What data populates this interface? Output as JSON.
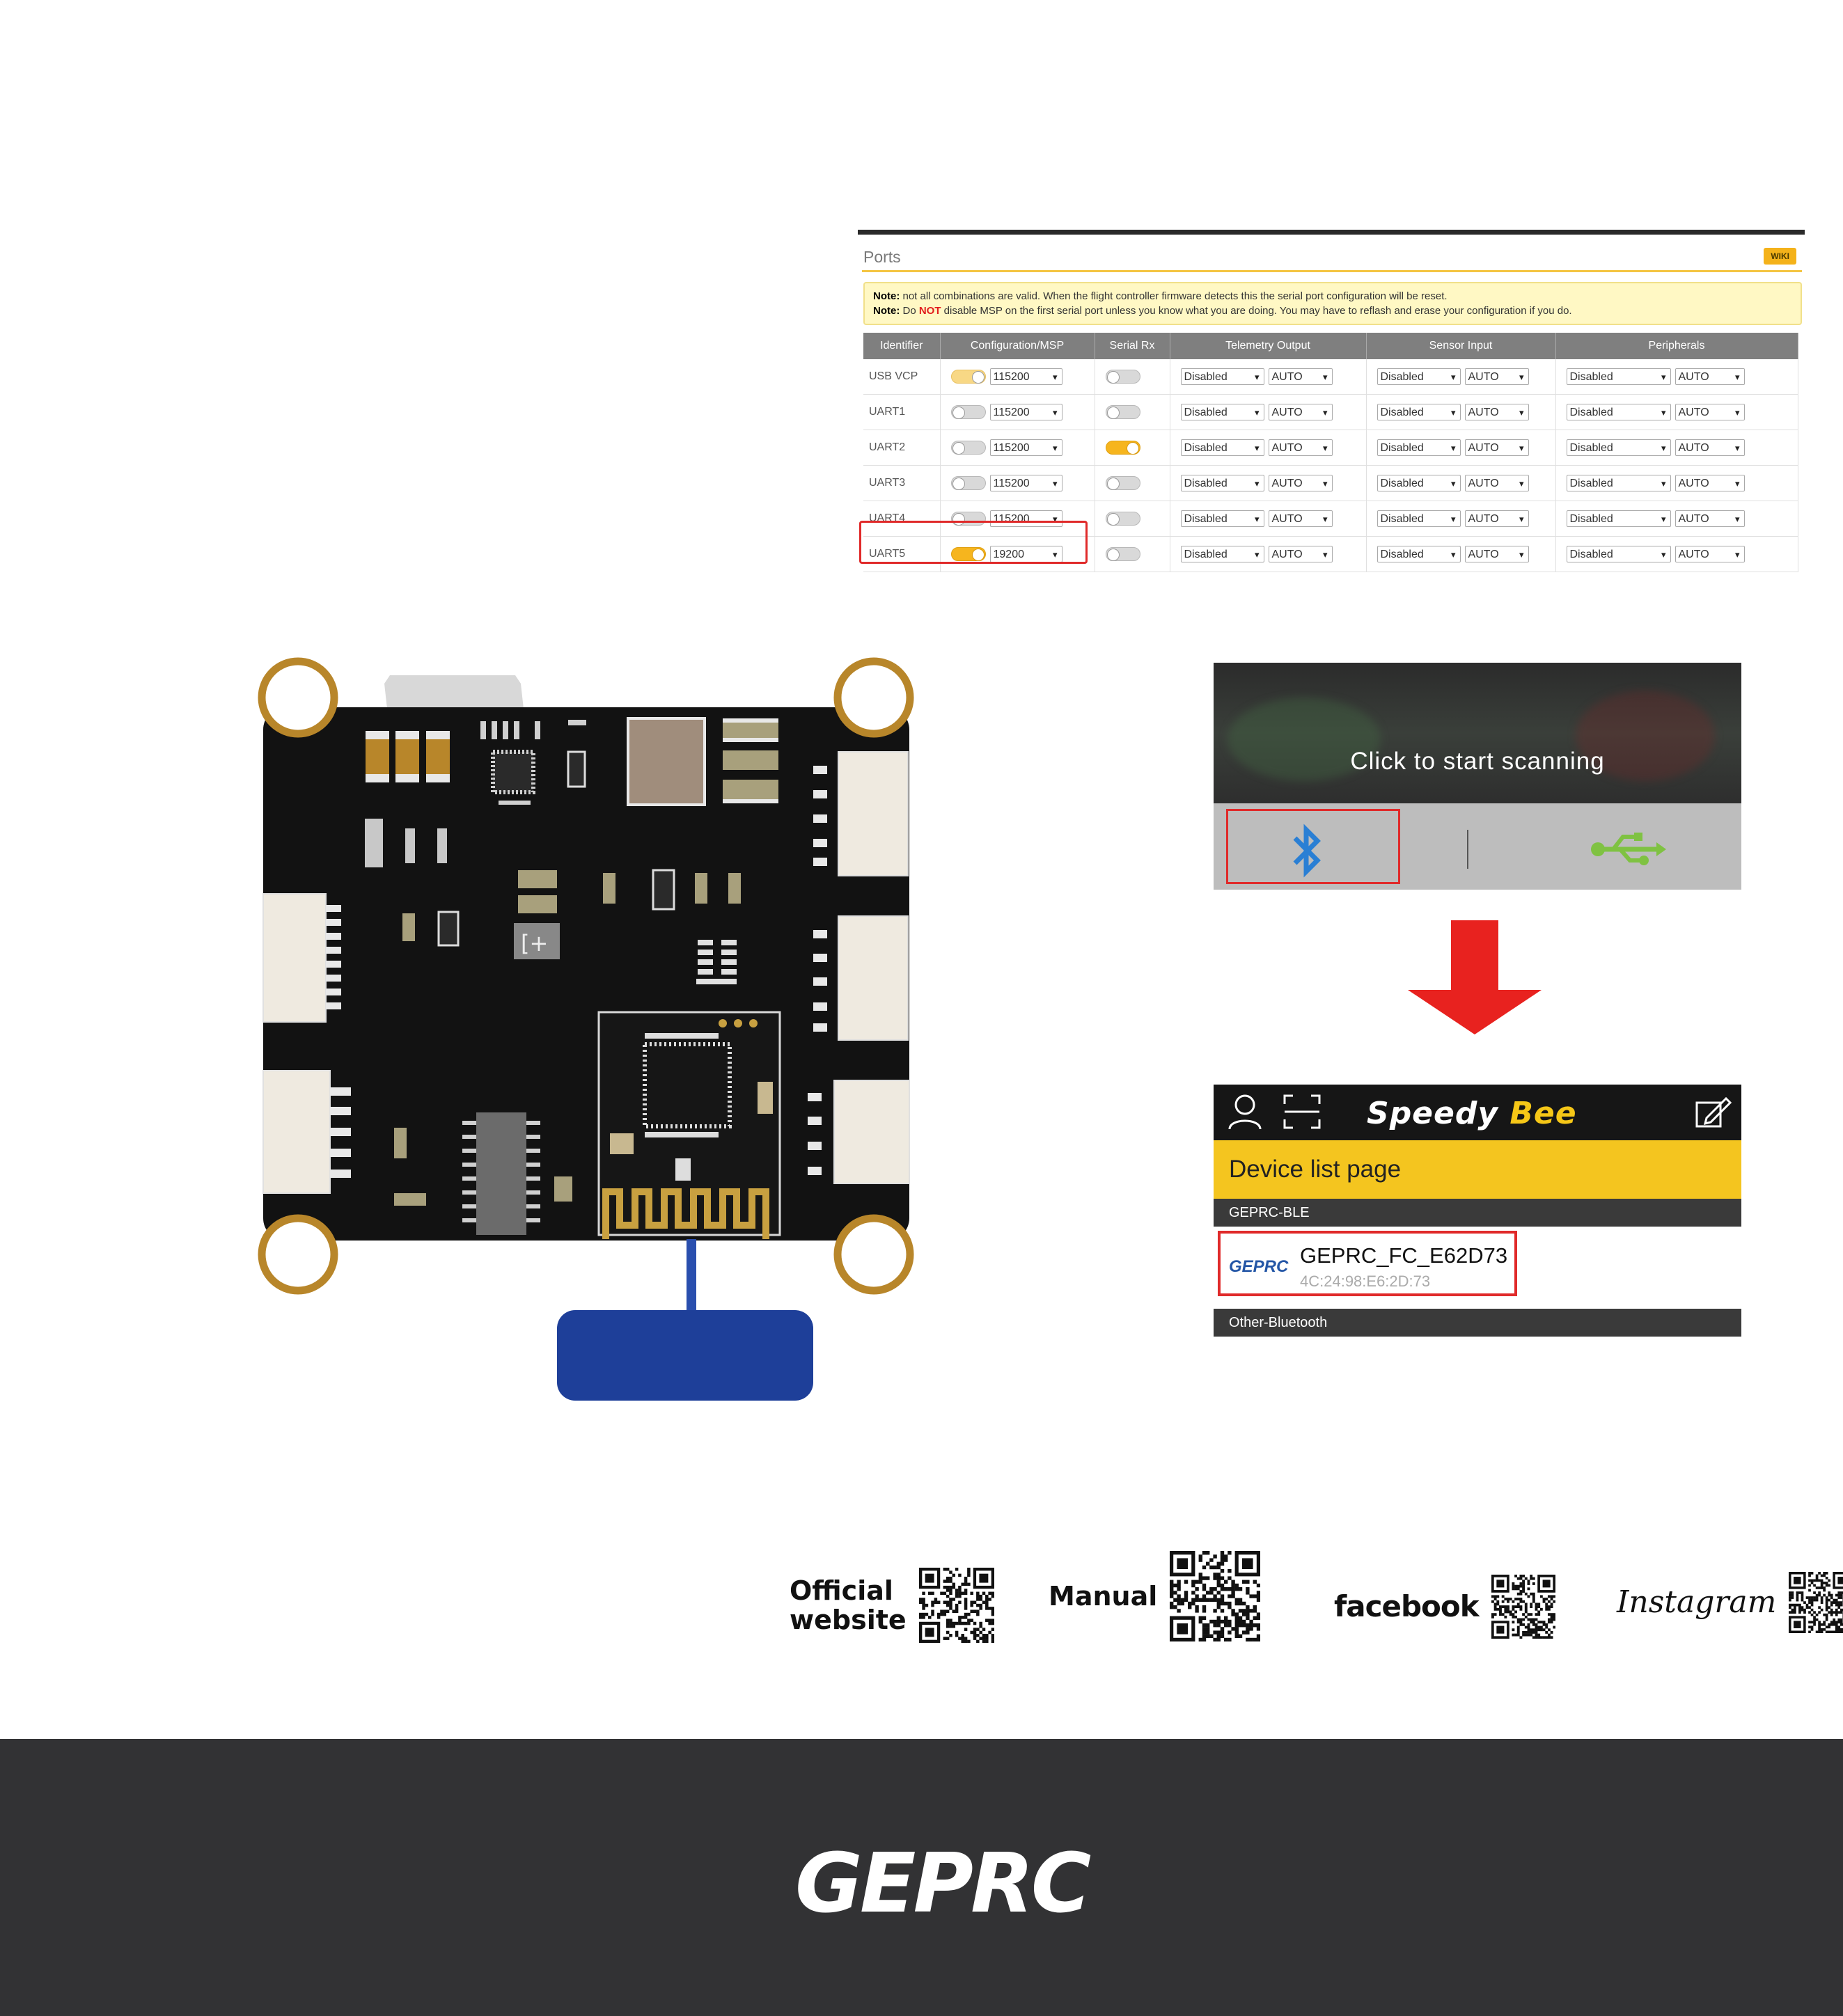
{
  "ports": {
    "title": "Ports",
    "wiki_label": "WIKI",
    "note1_prefix": "Note:",
    "note1_text": " not all combinations are valid. When the flight controller firmware detects this the serial port configuration will be reset.",
    "note2_prefix": "Note:",
    "note2_a": " Do ",
    "note2_not": "NOT",
    "note2_b": " disable MSP on the first serial port unless you know what you are doing. You may have to reflash and erase your configuration if you do.",
    "headers": [
      "Identifier",
      "Configuration/MSP",
      "Serial Rx",
      "Telemetry Output",
      "Sensor Input",
      "Peripherals"
    ],
    "rows": [
      {
        "id": "USB VCP",
        "msp": "half",
        "baud": "115200",
        "rx": false,
        "tel": "Disabled",
        "tel_auto": "AUTO",
        "sen": "Disabled",
        "sen_auto": "AUTO",
        "per": "Disabled",
        "per_auto": "AUTO"
      },
      {
        "id": "UART1",
        "msp": "off",
        "baud": "115200",
        "rx": false,
        "tel": "Disabled",
        "tel_auto": "AUTO",
        "sen": "Disabled",
        "sen_auto": "AUTO",
        "per": "Disabled",
        "per_auto": "AUTO"
      },
      {
        "id": "UART2",
        "msp": "off",
        "baud": "115200",
        "rx": true,
        "tel": "Disabled",
        "tel_auto": "AUTO",
        "sen": "Disabled",
        "sen_auto": "AUTO",
        "per": "Disabled",
        "per_auto": "AUTO"
      },
      {
        "id": "UART3",
        "msp": "off",
        "baud": "115200",
        "rx": false,
        "tel": "Disabled",
        "tel_auto": "AUTO",
        "sen": "Disabled",
        "sen_auto": "AUTO",
        "per": "Disabled",
        "per_auto": "AUTO"
      },
      {
        "id": "UART4",
        "msp": "off",
        "baud": "115200",
        "rx": false,
        "tel": "Disabled",
        "tel_auto": "AUTO",
        "sen": "Disabled",
        "sen_auto": "AUTO",
        "per": "Disabled",
        "per_auto": "AUTO"
      },
      {
        "id": "UART5",
        "msp": "on",
        "baud": "19200",
        "rx": false,
        "tel": "Disabled",
        "tel_auto": "AUTO",
        "sen": "Disabled",
        "sen_auto": "AUTO",
        "per": "Disabled",
        "per_auto": "AUTO"
      }
    ]
  },
  "scan": {
    "text": "Click to start scanning",
    "bluetooth_icon": "bluetooth-icon",
    "usb_icon": "usb-icon"
  },
  "devlist": {
    "brand_a": "Speedy",
    "brand_b": "Bee",
    "page_title": "Device list page",
    "section1": "GEPRC-BLE",
    "device_logo": "GEPRC",
    "device_name": "GEPRC_FC_E62D73",
    "device_mac": "4C:24:98:E6:2D:73",
    "section2": "Other-Bluetooth"
  },
  "qr": {
    "official_line1": "Official",
    "official_line2": "website",
    "manual": "Manual",
    "facebook": "facebook",
    "instagram": "Instagram"
  },
  "footer": {
    "logo": "GEPRC"
  },
  "colors": {
    "accent_yellow": "#f6b51e",
    "alert_red": "#e02a2a",
    "pcb_black": "#111111",
    "pad_gold": "#b8862a",
    "antenna_blue": "#1e3f99",
    "footer_bg": "#323234"
  }
}
